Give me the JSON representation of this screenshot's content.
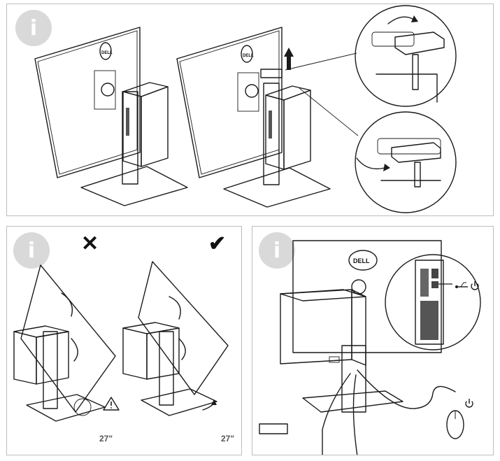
{
  "panels": {
    "top": {
      "info_badge": "i",
      "brand_logo": "DELL"
    },
    "bottom_left": {
      "info_badge": "i",
      "wrong_mark": "✕",
      "right_mark": "✔",
      "size_left": "27\"",
      "size_right": "27\""
    },
    "bottom_right": {
      "info_badge": "i",
      "brand_logo": "DELL"
    }
  },
  "icons": [
    "info-icon",
    "up-arrow-icon",
    "cross-icon",
    "check-icon",
    "warning-icon",
    "usb-icon",
    "power-icon",
    "mouse-icon"
  ],
  "colors": {
    "badge": "#d9d9d9",
    "line": "#1a1a1a",
    "shade": "#9a9a9a"
  }
}
